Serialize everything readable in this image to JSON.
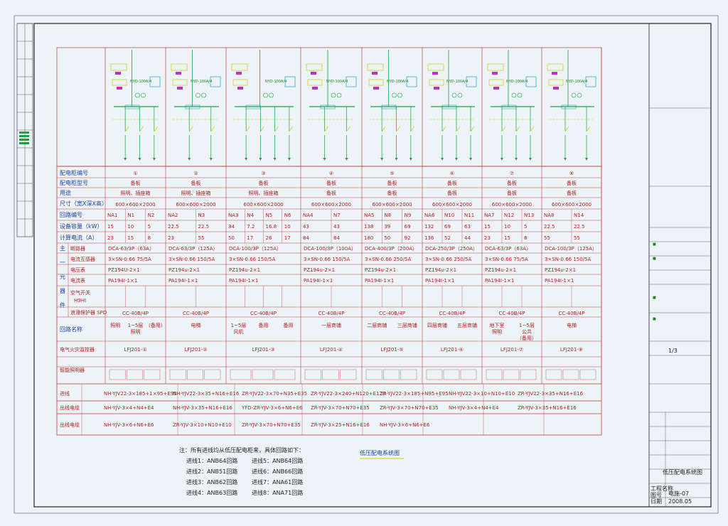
{
  "row_headers": [
    "配电柜编号",
    "配电柜型号",
    "用途",
    "尺寸（宽X深X高）",
    "回路编号",
    "设备容量（kW）",
    "计算电流（A）",
    "主",
    "一",
    "元",
    "器",
    "件",
    "断路器",
    "电流互感器",
    "电压表",
    "电流表",
    "空气开关",
    "浪涌保护器 SPD",
    "回路名称",
    "电气火灾监控器",
    "智能照明器"
  ],
  "row_labels": {
    "cabinet_no": "配电柜编号",
    "cabinet_type": "配电柜型号",
    "use": "用途",
    "size": "尺寸（宽X深X高）",
    "circuit_no": "回路编号",
    "capacity": "设备容量（kW）",
    "current": "计算电流（A）",
    "main_letters": [
      "主",
      "一",
      "元",
      "器",
      "件"
    ],
    "breaker": "断路器",
    "ct": "电流互感器",
    "voltmeter": "电压表",
    "ammeter": "电流表",
    "air_switch": "空气开关",
    "air_switch_sub": "H9HI",
    "spd": "浪涌保护器 SPD",
    "circuit_name": "回路名称",
    "fire_monitor": "电气火灾监控器",
    "smart_light": "智能照明器"
  },
  "cabinets": [
    {
      "no": "①",
      "type": "备板",
      "use": "照明、插座箱",
      "size": "600×600×2000",
      "circuits": [
        "NA1",
        "N1",
        "N2"
      ],
      "cap": [
        "15",
        "10",
        "5"
      ],
      "cur": [
        "23",
        "15",
        "8"
      ],
      "breaker": "DCA-63/3P（63A）",
      "ct": "3×SN-0.66 75/5A",
      "vm": "PZ194U-2×1",
      "am": "PA194I-1×1",
      "spd": "CC-40B/4P",
      "names": [
        "照明",
        "1~5层\n照明",
        "（备用）"
      ],
      "fire": "LFJ201-①"
    },
    {
      "no": "②",
      "type": "备板",
      "use": "照明、插座箱",
      "size": "600×600×2000",
      "circuits": [
        "NA2",
        "N3"
      ],
      "cap": [
        "22.5",
        "22.5"
      ],
      "cur": [
        "23",
        "55"
      ],
      "breaker": "DCA-63/3P（125A）",
      "ct": "3×SN-0.66 150/5A",
      "vm": "PZ194u-2×1",
      "am": "PA194I-1×1",
      "spd": "CC-40B/4P",
      "names": [
        "电梯"
      ],
      "fire": "LFJ201-②"
    },
    {
      "no": "③",
      "type": "备板",
      "use": "照明、插座箱",
      "size": "600×600×2000",
      "circuits": [
        "NA3",
        "N4",
        "N5",
        "N6"
      ],
      "cap": [
        "34",
        "7.2",
        "16.8",
        "10"
      ],
      "cur": [
        "50",
        "17",
        "26",
        "17"
      ],
      "breaker": "DCA-100/3P（125A）",
      "ct": "3×SN-0.66 150/5A",
      "vm": "PZ194u-2×1",
      "am": "PA194I-1×1",
      "spd": "CC-40B/4P",
      "names": [
        "1~5层\n风机",
        "备用",
        "备用"
      ],
      "fire": "LFJ201-③"
    },
    {
      "no": "④",
      "type": "备板",
      "use": "备板",
      "size": "600×600×2000",
      "circuits": [
        "NA4",
        "N7"
      ],
      "cap": [
        "43",
        "43"
      ],
      "cur": [
        "84",
        "84"
      ],
      "breaker": "DCA-100/3P（100A）",
      "ct": "3×SN-0.66 150/5A",
      "vm": "PZ194u-2×1",
      "am": "PA194I-1×1",
      "spd": "CC-40B/4P",
      "names": [
        "一层商铺"
      ],
      "fire": "LFJ201-④"
    },
    {
      "no": "⑤",
      "type": "备板",
      "use": "备板",
      "size": "600×600×2000",
      "circuits": [
        "NA5",
        "N8",
        "N9"
      ],
      "cap": [
        "138",
        "39",
        "69"
      ],
      "cur": [
        "180",
        "50",
        "92"
      ],
      "breaker": "DCA-400/3P（200A）",
      "ct": "3×SN-0.66 250/5A",
      "vm": "PZ194u-2×1",
      "am": "PA194I-1×1",
      "spd": "CC-40B/4P",
      "names": [
        "二层商铺",
        "三层商铺"
      ],
      "fire": "LFJ201-⑤"
    },
    {
      "no": "⑥",
      "type": "备板",
      "use": "备板",
      "size": "600×600×2000",
      "circuits": [
        "NA6",
        "N10",
        "N11"
      ],
      "cap": [
        "132",
        "69",
        "63"
      ],
      "cur": [
        "136",
        "52",
        "44"
      ],
      "breaker": "DCA-250/3P（250A）",
      "ct": "3×SN-0.66 250/5A",
      "vm": "PZ194u-2×1",
      "am": "PA194I-1×1",
      "spd": "CC-40B/4P",
      "names": [
        "四层商铺",
        "五层商铺"
      ],
      "fire": "LFJ201-⑥"
    },
    {
      "no": "⑦",
      "type": "备板",
      "use": "备板",
      "size": "600×600×2000",
      "circuits": [
        "NA7",
        "N12",
        "N13"
      ],
      "cap": [
        "15",
        "10",
        "5"
      ],
      "cur": [
        "23",
        "15",
        "8"
      ],
      "breaker": "DCA-63/3P（63A）",
      "ct": "3×SN-0.66 75/5A",
      "vm": "PZ194u-2×1",
      "am": "PA194I-1×1",
      "spd": "CC-40B/4P",
      "names": [
        "地下室\n照明",
        "1~5层\n公共\n（备用）"
      ],
      "fire": "LFJ201-⑦"
    },
    {
      "no": "⑧",
      "type": "备板",
      "use": "备板",
      "size": "600×600×2000",
      "circuits": [
        "NA8",
        "N14"
      ],
      "cap": [
        "22.5",
        "22.5"
      ],
      "cur": [
        "55",
        "55"
      ],
      "breaker": "DCA-100/3P（125A）",
      "ct": "3×SN-0.66 150/5A",
      "vm": "PZ194u-2×1",
      "am": "PA194I-1×1",
      "spd": "CC-40B/4P",
      "names": [
        "电梯"
      ],
      "fire": "LFJ201-⑧"
    }
  ],
  "cable_rows": [
    {
      "label": "进线",
      "vals": [
        "NH-YJV22-3×185+1×95+E95",
        "NH-YJV22-3×35+N16+E16",
        "ZR-YJV22-3×70+N35+E35",
        "ZR-YJV22-3×240+N120+E120",
        "ZR-YJV22-3×185+N95+E95",
        "NH-YJV22-3×10+N10+E10",
        "ZR-YJV22-3×35+N16+E16"
      ]
    },
    {
      "label": "出线电缆",
      "vals": [
        "NH-YJV-3×4+N4+E4",
        "NH-YJV-3×35+N16+E16",
        "YFD-ZR-YJV-3×6+N6+E6",
        "ZR-YJV-3×70+N70+E35",
        "ZR-YJV-3×70+N70+E35",
        "NH-YJV-3×4+N4+E4",
        "ZR-YJV-3×35+N16+E16"
      ]
    },
    {
      "label": "出线电缆",
      "vals": [
        "NH-YJV-3×6+N6+E6",
        "ZR-YJV-3×10+N10+E10",
        "ZR-YJV-3×70+N70+E35",
        "ZR-YJV-3×25+N16+E16",
        "NH-YJV-3×6+N6+E6"
      ]
    }
  ],
  "notes": {
    "title": "注：所有进线均从低压配电柜来，具体回路如下：",
    "items": [
      "进线1：ANB64回路",
      "进线5：ANB64回路",
      "进线2：ANB51回路",
      "进线6：ANB66回路",
      "进线3：ANB62回路",
      "进线7：ANA61回路",
      "进线4：ANB63回路",
      "进线8：ANA71回路"
    ],
    "diagram_label": "低压配电系统图"
  },
  "title_block": {
    "drawing_title": "低压配电系统图",
    "sheet": "电施-07",
    "date": "2008.05",
    "page": "1/3",
    "fields": [
      "工程名称",
      "图号",
      "日期"
    ]
  },
  "colors": {
    "background": "#ecf4f8",
    "frame": "#222222",
    "table_lines": "#c04040",
    "text_red": "#b02020",
    "yellow": "#d8c800",
    "green": "#20a040",
    "cyan": "#20a0c0",
    "blue": "#2040a0"
  }
}
